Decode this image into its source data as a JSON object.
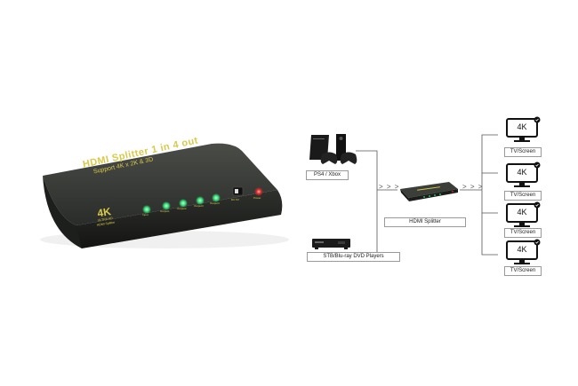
{
  "device": {
    "title": "HDMI Splitter 1 in 4 out",
    "subtitle": "Support 4K x 2K & 3D",
    "logo_main": "4K",
    "logo_sub1": "ULTRA HD",
    "logo_sub2": "HDMI Splitter",
    "power_label": "DC 5V",
    "power_led_label": "Power",
    "port_labels": [
      "Input",
      "Output1",
      "Output2",
      "Output3",
      "Output4"
    ]
  },
  "diagram": {
    "source_1_label": "PS4 / Xbox",
    "source_2_label": "STB/Blu-ray DVD Players",
    "hub_label": "HDMI Splitter",
    "arrows_left": "> > >",
    "arrows_right": "> > >",
    "screens": [
      {
        "badge": "4K",
        "label": "TV/Screen"
      },
      {
        "badge": "4K",
        "label": "TV/Screen"
      },
      {
        "badge": "4K",
        "label": "TV/Screen"
      },
      {
        "badge": "4K",
        "label": "TV/Screen"
      }
    ]
  },
  "colors": {
    "device_body": "#2b2d2a",
    "label_yellow": "#d8c94a",
    "led_green": "#37e07a",
    "led_red": "#e02a2a",
    "line": "#555555"
  }
}
